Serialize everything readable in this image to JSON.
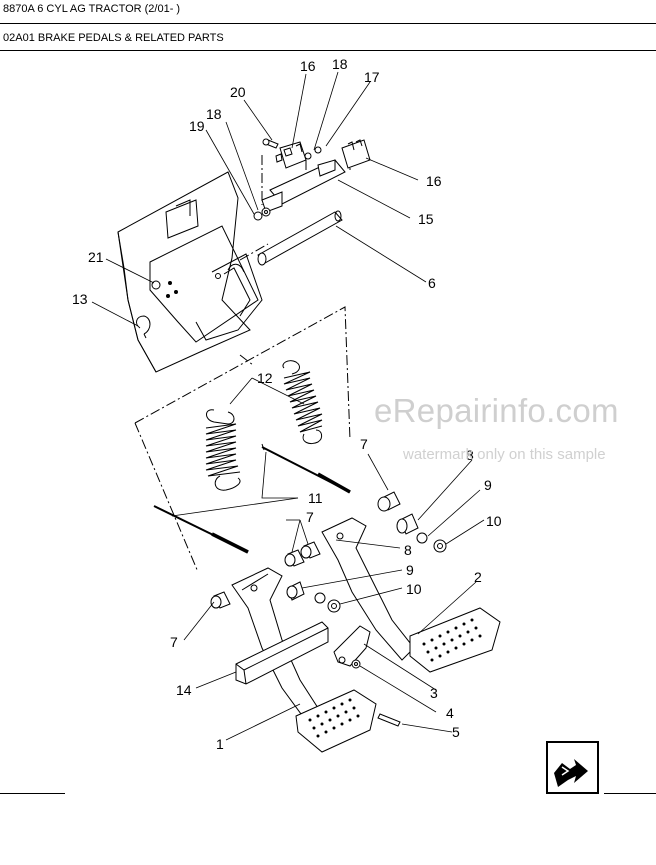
{
  "header": {
    "title": "8870A 6 CYL AG TRACTOR (2/01- )",
    "section": "02A01 BRAKE PEDALS & RELATED PARTS"
  },
  "watermark": {
    "site": "eRepairinfo.com",
    "note": "watermark only on this sample"
  },
  "callouts": [
    "16",
    "18",
    "17",
    "20",
    "18",
    "19",
    "16",
    "15",
    "21",
    "6",
    "13",
    "12",
    "7",
    "8",
    "9",
    "10",
    "11",
    "7",
    "8",
    "9",
    "10",
    "2",
    "7",
    "14",
    "3",
    "4",
    "1",
    "5"
  ],
  "nav": {
    "icon": "next-page-arrow-icon"
  },
  "colors": {
    "line": "#000000",
    "watermark": "#cccccc"
  }
}
